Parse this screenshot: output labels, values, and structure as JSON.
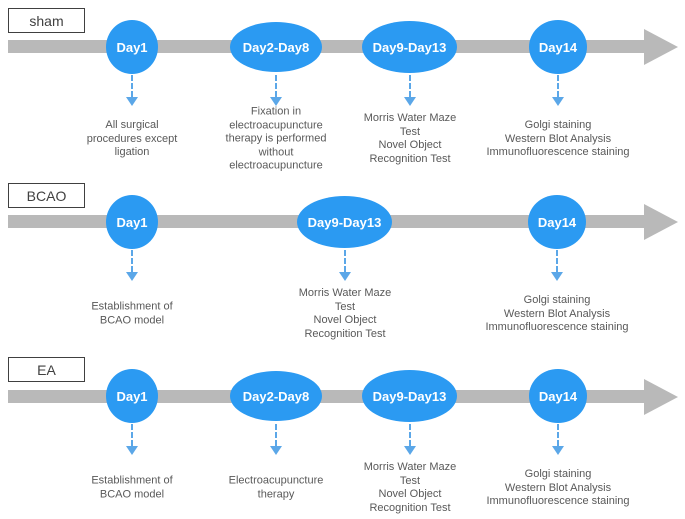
{
  "colors": {
    "ellipse_blue": "#2b9af2",
    "bar_gray": "#b9b9b9",
    "arrow_blue": "#5ba7e8",
    "text_gray": "#595959",
    "label_border": "#404040"
  },
  "rows": [
    {
      "label": "sham",
      "milestones": [
        {
          "day": "Day1",
          "caption": "All surgical\nprocedures except\nligation"
        },
        {
          "day": "Day2-Day8",
          "caption": "Fixation in\nelectroacupuncture\ntherapy is performed\nwithout\nelectroacupuncture"
        },
        {
          "day": "Day9-Day13",
          "caption": "Morris Water Maze\nTest\nNovel Object\nRecognition Test"
        },
        {
          "day": "Day14",
          "caption": "Golgi staining\nWestern Blot Analysis\nImmunofluorescence staining"
        }
      ]
    },
    {
      "label": "BCAO",
      "milestones": [
        {
          "day": "Day1",
          "caption": "Establishment of\nBCAO model"
        },
        {
          "day": "Day9-Day13",
          "caption": "Morris Water Maze\nTest\nNovel Object\nRecognition Test"
        },
        {
          "day": "Day14",
          "caption": "Golgi staining\nWestern Blot Analysis\nImmunofluorescence staining"
        }
      ]
    },
    {
      "label": "EA",
      "milestones": [
        {
          "day": "Day1",
          "caption": "Establishment of\nBCAO model"
        },
        {
          "day": "Day2-Day8",
          "caption": "Electroacupuncture\ntherapy"
        },
        {
          "day": "Day9-Day13",
          "caption": "Morris Water Maze\nTest\nNovel Object\nRecognition Test"
        },
        {
          "day": "Day14",
          "caption": "Golgi staining\nWestern Blot Analysis\nImmunofluorescence staining"
        }
      ]
    }
  ]
}
